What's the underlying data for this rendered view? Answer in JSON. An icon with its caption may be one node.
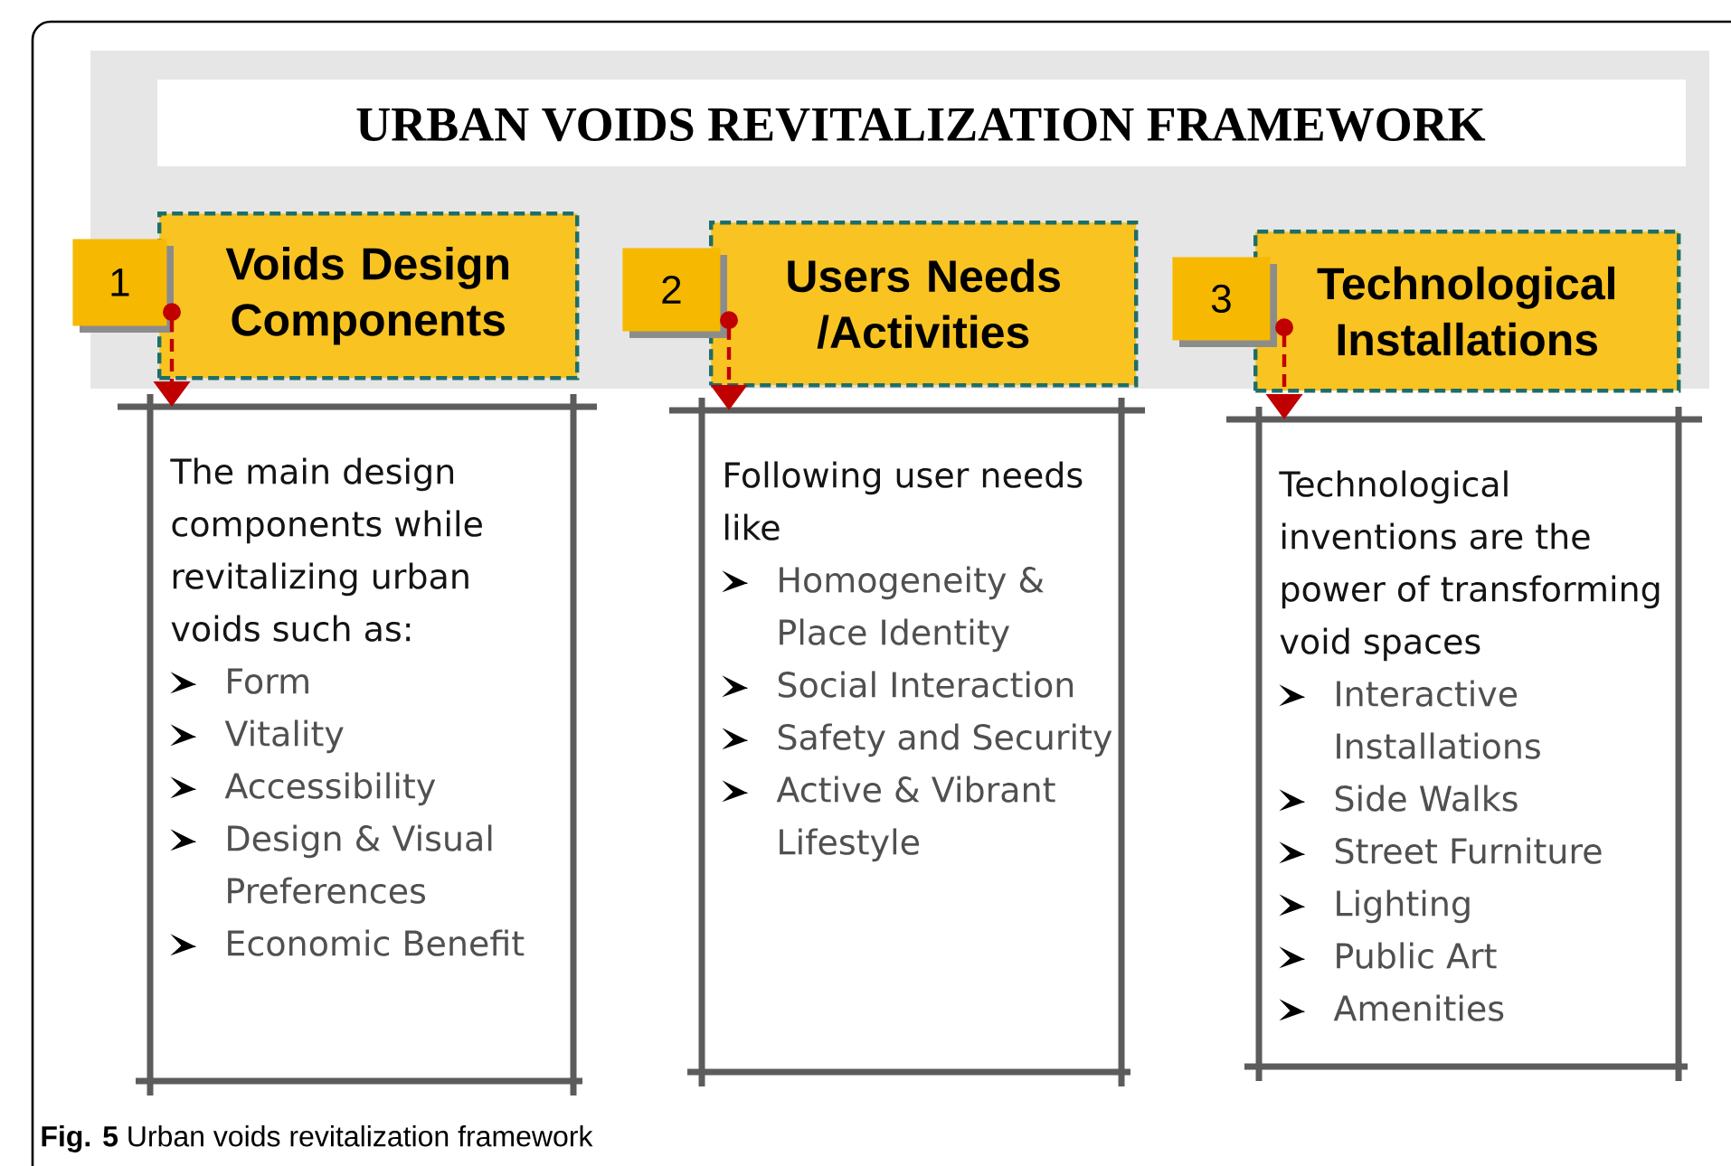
{
  "diagram": {
    "title": "URBAN VOIDS REVITALIZATION FRAMEWORK",
    "caption": "**Fig. 5** Urban voids revitalization framework",
    "nodes": [
      {
        "text": [
          "1"
        ]
      },
      {
        "text": [
          "Voids Design Components"
        ]
      },
      {
        "text": [
          "The main design components while revitalizing urban voids such as:",
          "Form",
          "Vitality",
          "Accessibility",
          "Design & Visual Preferences",
          "Economic Benefit"
        ]
      },
      {
        "text": [
          "2"
        ]
      },
      {
        "text": [
          "Users Needs /Activities"
        ]
      },
      {
        "text": [
          "Following user needs like",
          "Homogeneity & Place Identity",
          "Social Interaction",
          "Safety and Security",
          "Active & Vibrant Lifestyle"
        ]
      },
      {
        "text": [
          "3"
        ]
      },
      {
        "text": [
          "Technological Installations"
        ]
      },
      {
        "text": [
          "Technological inventions are the power of transforming void spaces",
          "Interactive Installations",
          "Side Walks",
          "Street Furniture",
          "Lighting",
          "Public Art",
          "Amenities"
        ]
      }
    ],
    "edges": [
      {
        "from": 1,
        "to": 2,
        "arrow": "to",
        "style": "dashed"
      },
      {
        "from": 4,
        "to": 5,
        "arrow": "to",
        "style": "dashed"
      },
      {
        "from": 7,
        "to": 8,
        "arrow": "to",
        "style": "dashed"
      }
    ]
  }
}
